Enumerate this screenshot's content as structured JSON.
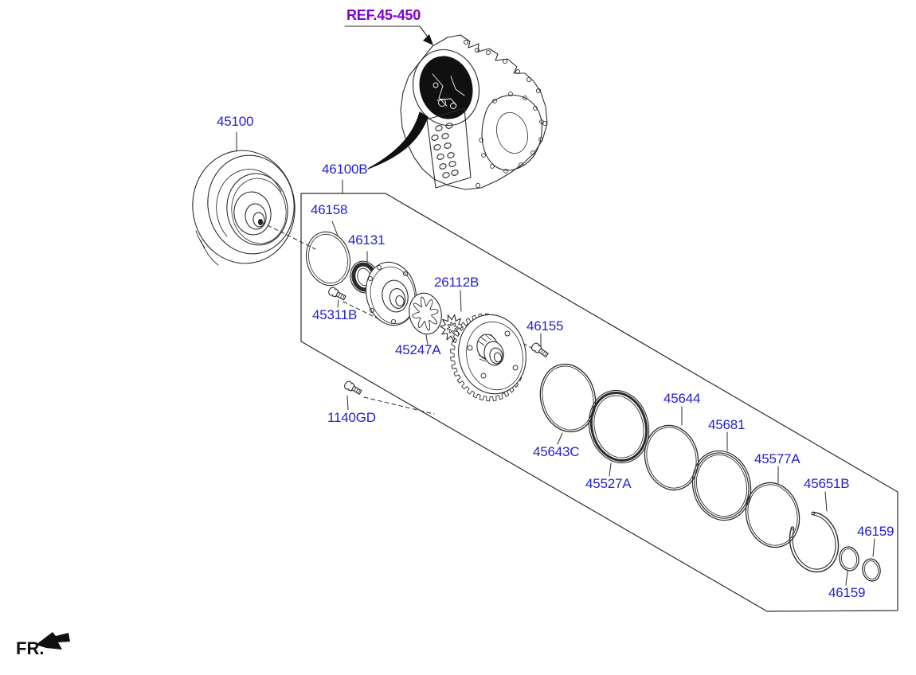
{
  "diagram_title": "",
  "reference": {
    "label": "REF.45-450"
  },
  "fr_indicator": {
    "label": "FR."
  },
  "parts": [
    {
      "label": "REF.45-450",
      "role": "section-reference"
    },
    {
      "label": "45100"
    },
    {
      "label": "46100B"
    },
    {
      "label": "46158"
    },
    {
      "label": "46131"
    },
    {
      "label": "45311B"
    },
    {
      "label": "26112B"
    },
    {
      "label": "45247A"
    },
    {
      "label": "46155"
    },
    {
      "label": "1140GD"
    },
    {
      "label": "45643C"
    },
    {
      "label": "45527A"
    },
    {
      "label": "45644"
    },
    {
      "label": "45681"
    },
    {
      "label": "45577A"
    },
    {
      "label": "45651B"
    },
    {
      "label": "46159"
    },
    {
      "label": "46159"
    }
  ],
  "colors": {
    "part_label_blue": "#2323c8",
    "reference_purple": "#7d00d4",
    "line_black": "#2b2b2b",
    "fill_black": "#101010",
    "background": "#ffffff"
  }
}
